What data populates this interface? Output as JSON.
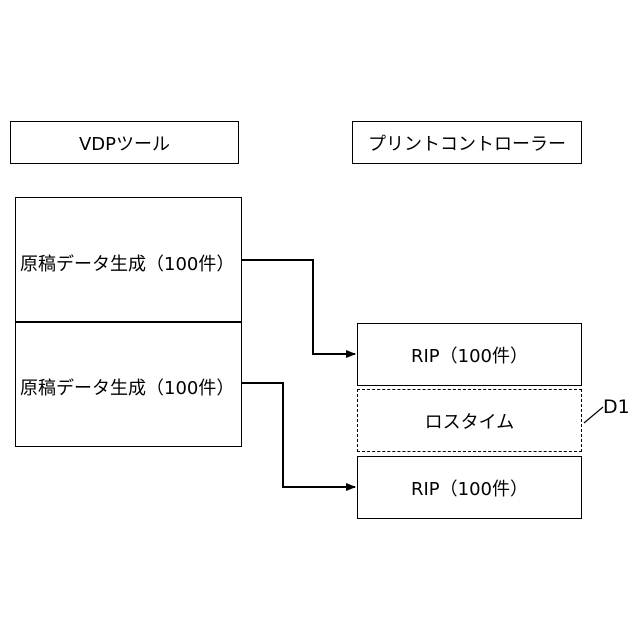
{
  "headers": {
    "vdp_tool": "VDPツール",
    "print_controller": "プリントコントローラー"
  },
  "left_steps": [
    "原稿データ生成（100件）",
    "原稿データ生成（100件）"
  ],
  "right_steps": {
    "rip_1": "RIP（100件）",
    "loss_time": "ロスタイム",
    "rip_2": "RIP（100件）"
  },
  "callout": "D1"
}
